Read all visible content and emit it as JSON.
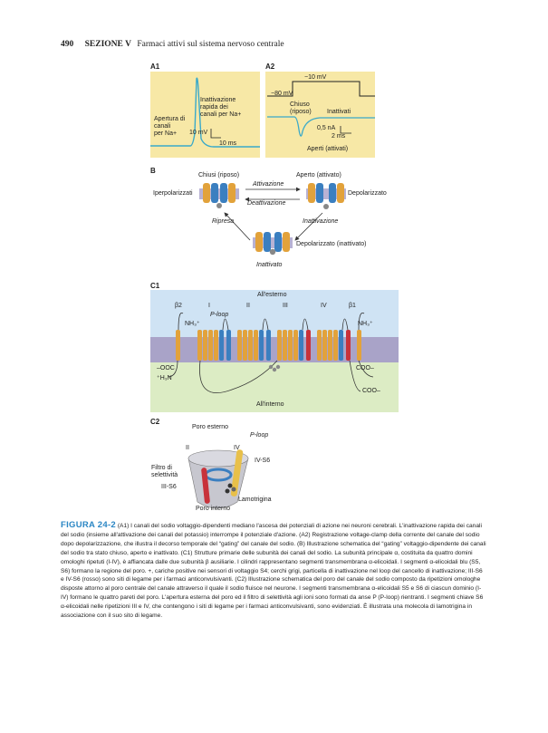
{
  "header": {
    "page_number": "490",
    "section": "SEZIONE V",
    "title": "Farmaci attivi sul sistema nervoso centrale"
  },
  "panel_a1": {
    "label": "A1",
    "text_inact_1": "Inattivazione",
    "text_inact_2": "rapida dei",
    "text_inact_3": "canali per Na+",
    "text_open_1": "Apertura di",
    "text_open_2": "canali",
    "text_open_3": "per Na+",
    "scale_mv": "10 mV",
    "scale_ms": "10 ms"
  },
  "panel_a2": {
    "label": "A2",
    "v1": "−10 mV",
    "v2": "−80 mV",
    "closed_1": "Chiuso",
    "closed_2": "(riposo)",
    "inactivated": "Inattivati",
    "scale_na": "0,5 nA",
    "scale_ms": "2 ms",
    "open": "Aperti (attivati)"
  },
  "panel_b": {
    "label": "B",
    "closed": "Chiusi (riposo)",
    "open": "Aperto (attivato)",
    "hyper": "Iperpolarizzati",
    "depol": "Depolarizzato",
    "activation": "Attivazione",
    "deactivation": "Deattivazione",
    "recovery": "Ripresa",
    "inactivation": "Inattivazione",
    "depol_inact": "Depolarizzato (inattivato)",
    "inactivated": "Inattivato"
  },
  "panel_c1": {
    "label": "C1",
    "outside": "All'esterno",
    "inside": "All'interno",
    "beta2": "β2",
    "beta1": "β1",
    "d1": "I",
    "d2": "II",
    "d3": "III",
    "d4": "IV",
    "ploop": "P-loop",
    "nh3": "NH₃⁺",
    "ooc": "–OOC",
    "h3n": "⁺H₃N",
    "coo": "COO–"
  },
  "panel_c2": {
    "label": "C2",
    "outer_pore": "Poro esterno",
    "ploop": "P-loop",
    "d2": "II",
    "d4": "IV",
    "iv_s6": "IV-S6",
    "filter_1": "Filtro di",
    "filter_2": "selettività",
    "iii_s6": "III-S6",
    "lamotrigine": "Lamotrigina",
    "inner_pore": "Poro interno"
  },
  "caption": {
    "fig": "FIGURA 24-2",
    "text": "(A1) I canali del sodio voltaggio-dipendenti mediano l'ascesa dei potenziali di azione nei neuroni cerebrali. L'inattivazione rapida dei canali del sodio (insieme all'attivazione dei canali del potassio) interrompe il potenziale d'azione. (A2) Registrazione voltage-clamp della corrente del canale del sodio dopo depolarizzazione, che illustra il decorso temporale del “gating” del canale del sodio. (B) Illustrazione schematica del “gating” voltaggio-dipendente dei canali del sodio tra stato chiuso, aperto e inattivato. (C1) Strutture primarie delle subunità dei canali del sodio. La subunità principale α, costituita da quattro domini omologhi ripetuti (I-IV), è affiancata dalle due subunità β ausiliarie. I cilindri rappresentano segmenti transmembrana α-elicoidali. I segmenti α-elicoidali blu (S5, S6) formano la regione del poro. +, cariche positive nei sensori di voltaggio S4; cerchi grigi, particella di inattivazione nel loop del cancello di inattivazione; III-S6 e IV-S6 (rosso) sono siti di legame per i farmaci anticonvulsivanti. (C2) Illustrazione schematica del poro del canale del sodio composto da ripetizioni omologhe disposte attorno al poro centrale del canale attraverso il quale il sodio fluisce nel neurone. I segmenti transmembrana α-elicoidali S5 e S6 di ciascun dominio (I-IV) formano le quattro pareti del poro. L'apertura esterna del poro ed il filtro di selettività agli ioni sono formati da anse P (P-loop) rientranti. I segmenti chiave S6 α-elicoidali nelle ripetizioni III e IV, che contengono i siti di legame per i farmaci anticonvulsivanti, sono evidenziati. È illustrata una molecola di lamotrigina in associazione con il suo sito di legame."
  },
  "colors": {
    "panel_bg": "#f7e8a6",
    "trace": "#3aa9c9",
    "caption_accent": "#2a86c4",
    "membrane": "#a9a3c8",
    "outside": "#cfe3f4",
    "inside": "#dcecc4"
  }
}
